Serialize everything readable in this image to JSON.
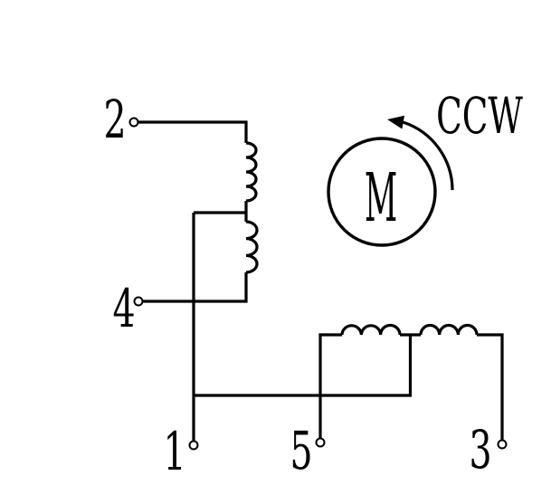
{
  "diagram": {
    "background_color": "#ffffff",
    "ink_color": "#000000"
  },
  "terminals": {
    "t1": {
      "label": "1"
    },
    "t2": {
      "label": "2"
    },
    "t3": {
      "label": "3"
    },
    "t4": {
      "label": "4"
    },
    "t5": {
      "label": "5"
    }
  },
  "motor": {
    "label": "M",
    "direction_label": "CCW"
  },
  "icons": {
    "terminal-node-icon": "small open circle connection pin",
    "winding-coil-icon": "inductor semicircle bumps",
    "ccw-arrow-icon": "counterclockwise arc with arrowhead",
    "motor-circle-icon": "circle enclosing letter M"
  }
}
